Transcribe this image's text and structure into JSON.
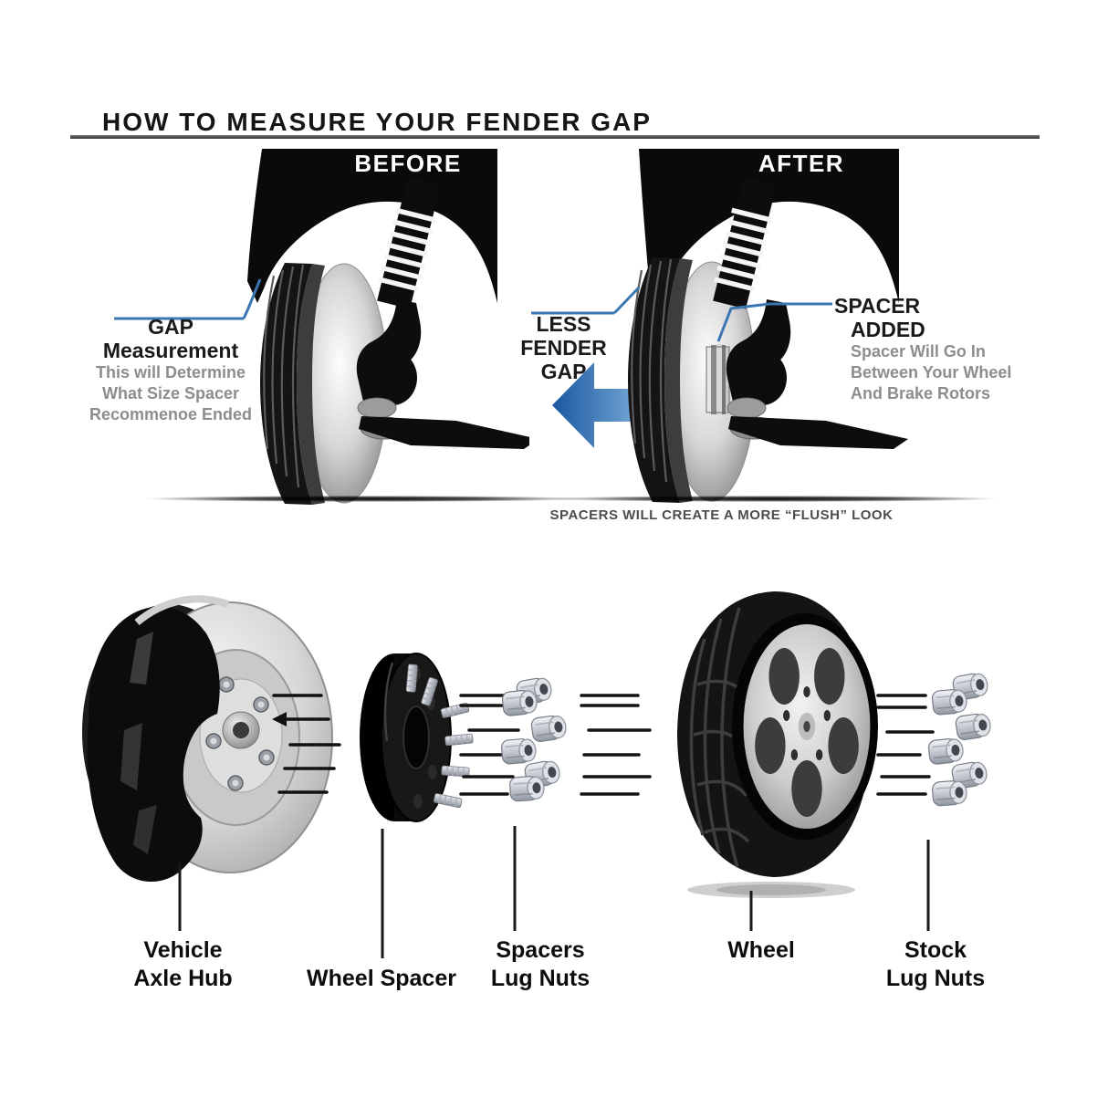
{
  "header": {
    "title": "HOW TO MEASURE YOUR FENDER GAP"
  },
  "before_panel": {
    "badge": "BEFORE",
    "gap_title_line1": "GAP",
    "gap_title_line2": "Measurement",
    "gap_desc_lines": [
      "This will Determine",
      "What Size Spacer",
      "Recommenoe Ended"
    ]
  },
  "after_panel": {
    "badge": "AFTER",
    "less_gap_line1": "LESS",
    "less_gap_line2": "FENDER GAP",
    "spacer_title_line1": "SPACER",
    "spacer_title_line2": "ADDED",
    "spacer_desc_lines": [
      "Spacer Will Go In",
      "Between Your Wheel",
      "And Brake Rotors"
    ]
  },
  "flush_caption": "SPACERS WILL CREATE A MORE “FLUSH” LOOK",
  "exploded_view": {
    "labels": {
      "vehicle_axle_hub": [
        "Vehicle",
        "Axle Hub"
      ],
      "wheel_spacer": [
        "Wheel Spacer"
      ],
      "spacers_lug_nuts": [
        "Spacers",
        "Lug Nuts"
      ],
      "wheel": [
        "Wheel"
      ],
      "stock_lug_nuts": [
        "Stock",
        "Lug Nuts"
      ]
    }
  },
  "colors": {
    "callout_blue": "#3a76b4",
    "arrow_blue_dark": "#1c57a0",
    "arrow_blue_light": "#aecfeb",
    "muted_text_gray": "#8d8d8d",
    "caption_gray": "#4d4d4d",
    "ink_black": "#111111"
  }
}
